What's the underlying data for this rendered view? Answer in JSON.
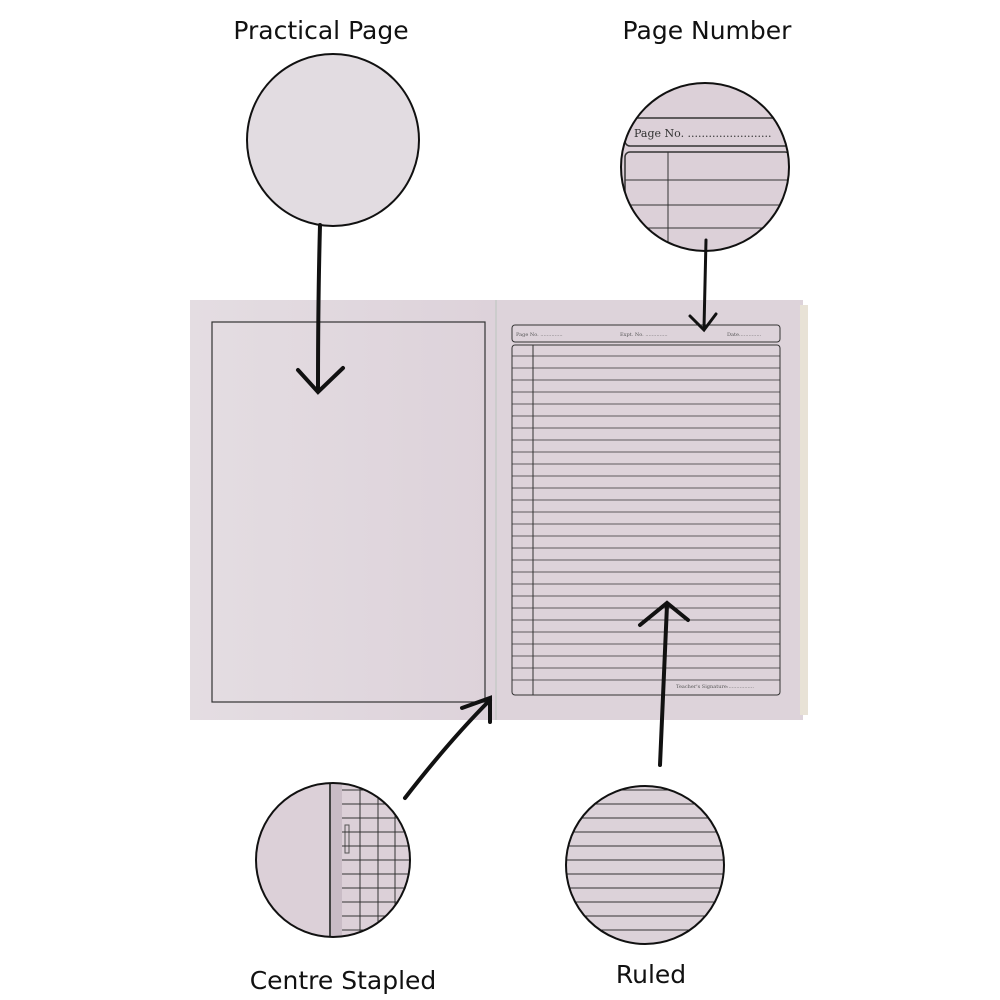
{
  "callouts": {
    "practical_page": "Practical Page",
    "page_number": "Page Number",
    "centre_stapled": "Centre Stapled",
    "ruled": "Ruled"
  },
  "notebook": {
    "header": {
      "page_no": "Page No. ..............",
      "expt_no": "Expt. No. ..............",
      "date": "Date.............."
    },
    "footer": {
      "teachers_signature": "Teacher's Signature:................"
    }
  },
  "zoom_detail": {
    "page_no": "Page No. ........................"
  },
  "colors": {
    "paper": "#e6dde3",
    "ink": "#1a1a1a"
  }
}
